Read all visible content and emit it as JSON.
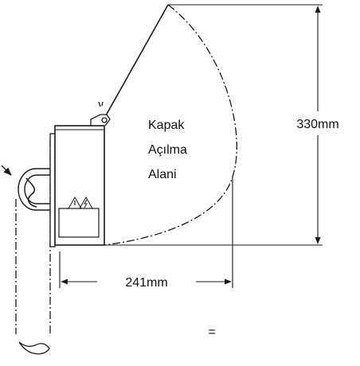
{
  "labels": {
    "clearance_line1": "Kapak",
    "clearance_line2": "Açılma",
    "clearance_line3": "Alani",
    "height_dimension": "330mm",
    "width_dimension": "241mm",
    "footer_mark": "="
  },
  "icons": {
    "warning": "lightning-warning-triangle-icon",
    "hinge": "hinge-icon",
    "pole_clamp": "u-bolt-clamp-icon"
  },
  "colors": {
    "line": "#1a1a1a",
    "background": "#ffffff"
  }
}
